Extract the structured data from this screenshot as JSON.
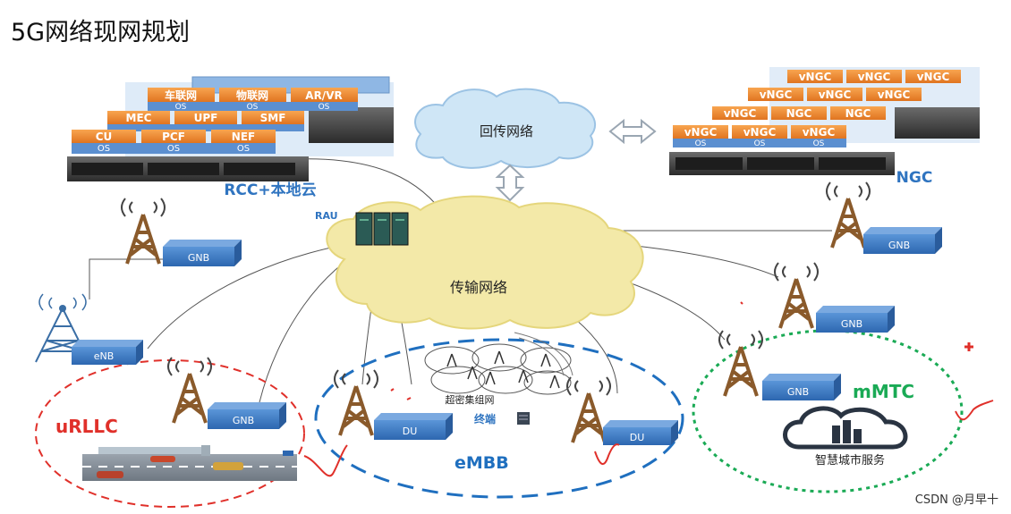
{
  "title": "5G网络现网规划",
  "rcc": {
    "label": "RCC+本地云",
    "rows": [
      [
        "OS",
        "OS",
        "OS"
      ],
      [
        "车联网",
        "物联网",
        "AR/VR"
      ],
      [
        "MEC",
        "UPF",
        "SMF"
      ],
      [
        "CU",
        "PCF",
        "NEF"
      ]
    ]
  },
  "ngc": {
    "label": "NGC",
    "cell_label": "vNGC",
    "alt_label": "NGC",
    "os_label": "OS"
  },
  "backhaul": {
    "label": "回传网络"
  },
  "transport": {
    "label": "传输网络"
  },
  "rau_label": "RAU",
  "gnb_label": "GNB",
  "enb_label": "eNB",
  "du_label": "DU",
  "zones": {
    "urllc": "uRLLC",
    "embb": "eMBB",
    "mmtc": "mMTC"
  },
  "ultra_dense_label": "超密集组网",
  "terminal_label": "终端",
  "smart_city_label": "智慧城市服务",
  "watermark": "CSDN @月早十",
  "colors": {
    "blue_text": "#2f74c0",
    "orange_block": "#f08a2c",
    "blue_block": "#4a86c8",
    "gnb_box": "#3d7cc9",
    "tower": "#8a5a2b",
    "urllc_red": "#e0302a",
    "embb_blue": "#1f6fbf",
    "mmtc_green": "#1aaa55",
    "cloud_yellow": "#f3e9a8",
    "cloud_blue": "#cfe6f6"
  }
}
